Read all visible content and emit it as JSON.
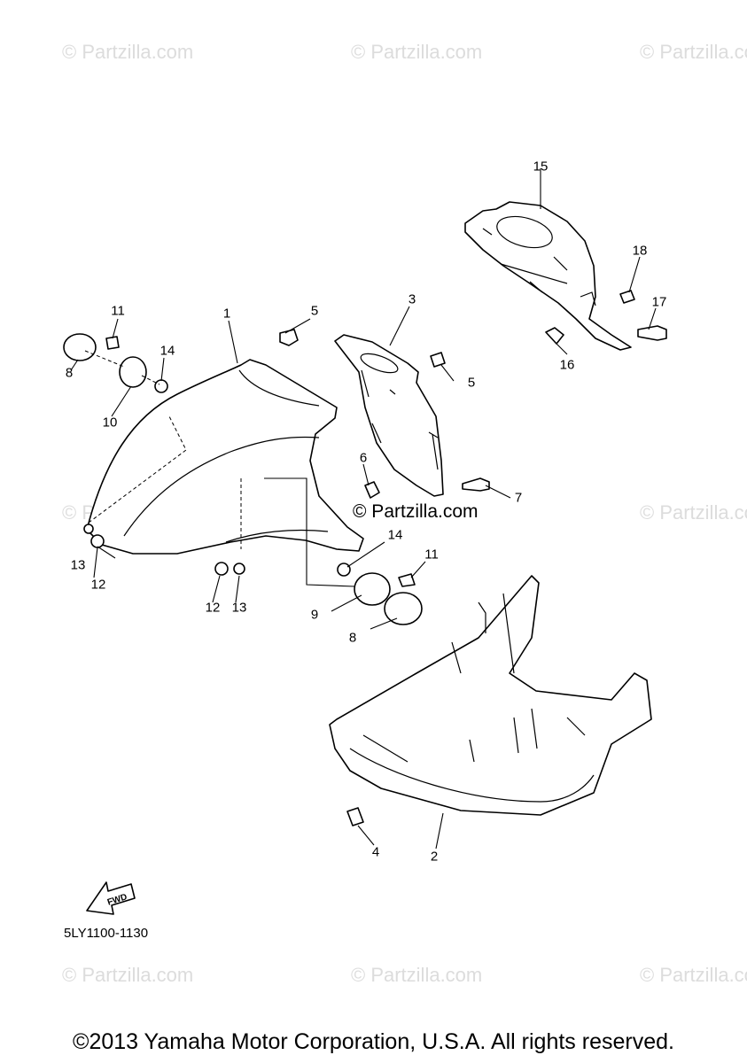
{
  "watermark": "© Partzilla.com",
  "center_watermark": "© Partzilla.com",
  "diagram_code": "5LY1100-1130",
  "copyright": "©2013 Yamaha Motor Corporation, U.S.A. All rights reserved.",
  "fwd_label": "FWD",
  "callouts": [
    "1",
    "2",
    "3",
    "4",
    "5",
    "5",
    "6",
    "7",
    "8",
    "8",
    "9",
    "10",
    "11",
    "11",
    "12",
    "12",
    "13",
    "13",
    "14",
    "14",
    "15",
    "16",
    "17",
    "18"
  ]
}
